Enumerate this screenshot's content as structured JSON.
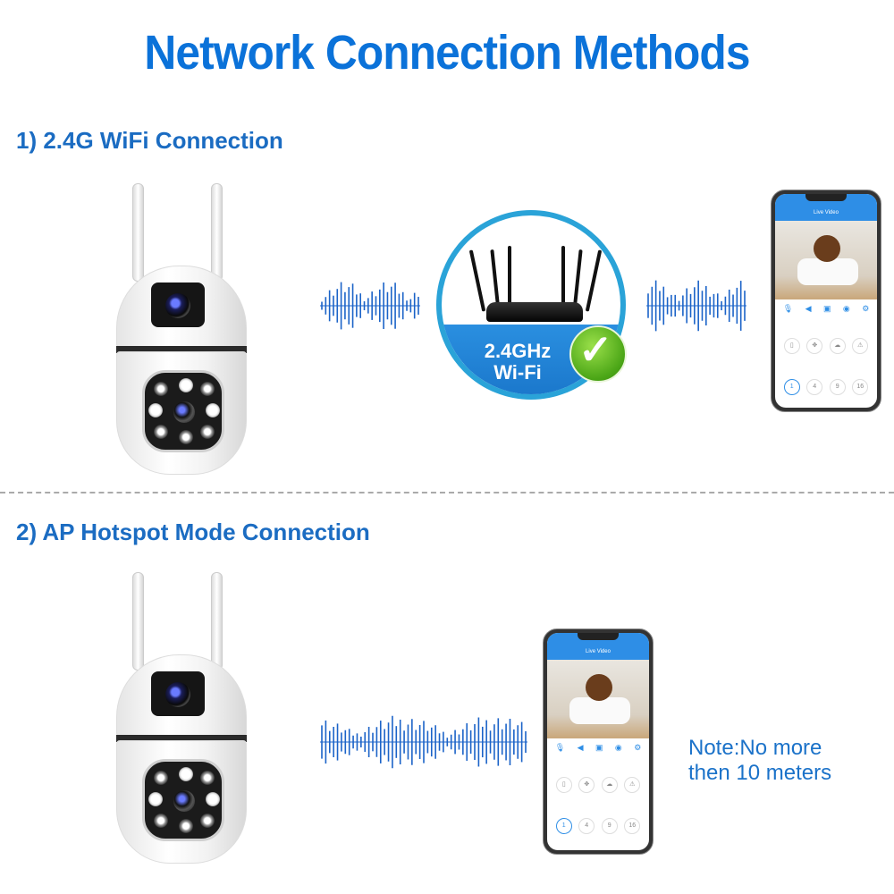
{
  "title": "Network Connection Methods",
  "section1": {
    "heading": "1) 2.4G WiFi Connection",
    "router_label_line1": "2.4GHz",
    "router_label_line2": "Wi-Fi"
  },
  "section2": {
    "heading": "2) AP Hotspot Mode Connection",
    "note_line1": "Note:No more",
    "note_line2": "then 10 meters"
  },
  "phone": {
    "header": "Live Video",
    "quality_options": [
      "1",
      "4",
      "9",
      "16"
    ]
  },
  "colors": {
    "title": "#0b72d9",
    "accent": "#2e8ee6",
    "check": "#4aa516"
  }
}
